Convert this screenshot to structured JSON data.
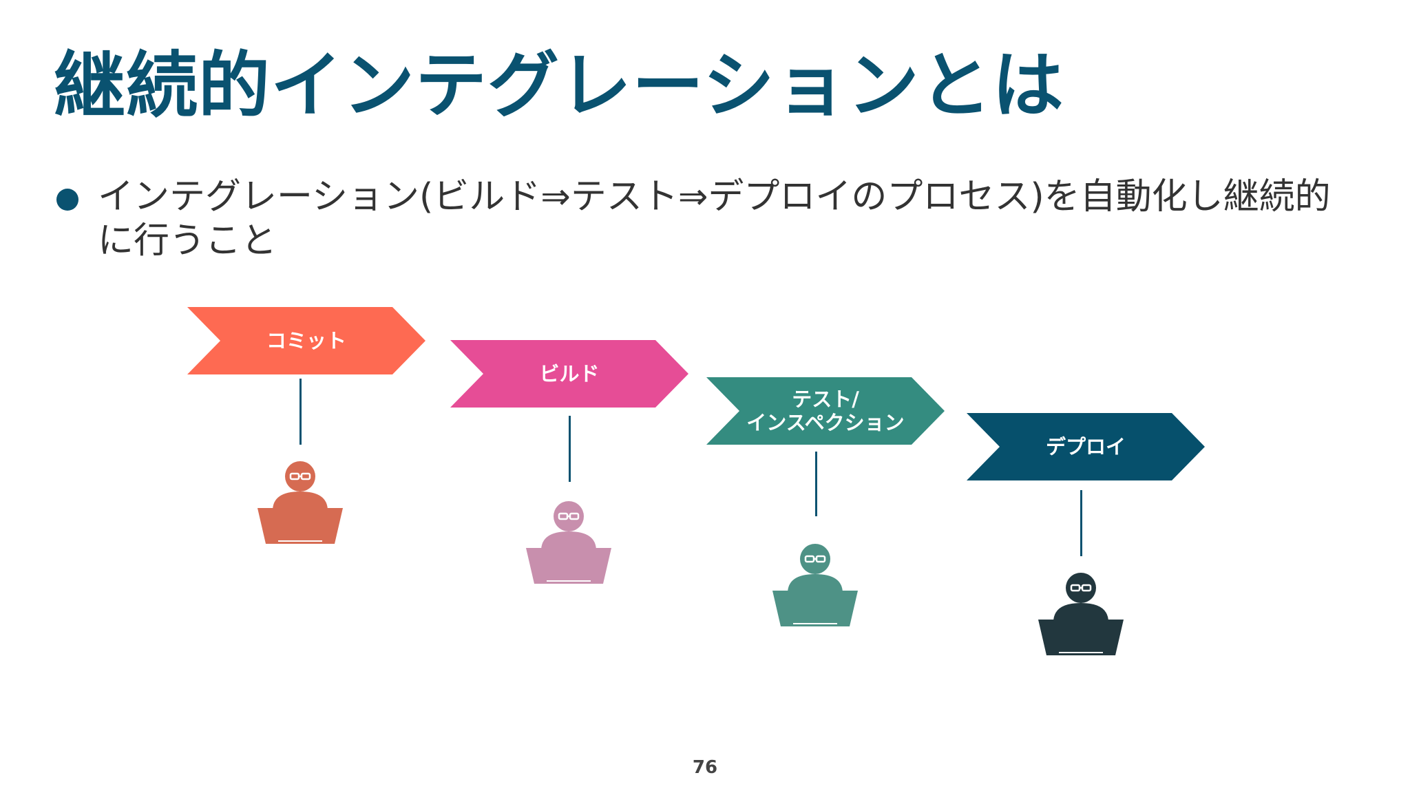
{
  "slide": {
    "title": "継続的インテグレーションとは",
    "bullet": "インテグレーション(ビルド⇒テスト⇒デプロイのプロセス)を自動化し継続的に行うこと",
    "page_number": "76"
  },
  "steps": [
    {
      "label": "コミット",
      "color": "#fe6a52",
      "person_color": "#d66b52",
      "icon": "developer-at-laptop-icon"
    },
    {
      "label": "ビルド",
      "color": "#e64d96",
      "person_color": "#c88fad",
      "icon": "developer-at-laptop-icon"
    },
    {
      "label": "テスト/\nインスペクション",
      "color": "#348c80",
      "person_color": "#4e9286",
      "icon": "developer-at-laptop-icon"
    },
    {
      "label": "デプロイ",
      "color": "#06506c",
      "person_color": "#22373e",
      "icon": "developer-at-laptop-icon"
    }
  ]
}
